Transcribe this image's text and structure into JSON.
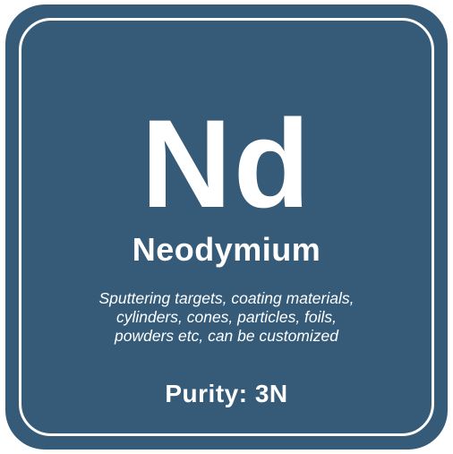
{
  "tile": {
    "background_color": "#355b78",
    "border_color": "#ffffff",
    "symbol": "Nd",
    "name": "Neodymium",
    "description_lines": [
      "Sputtering targets, coating materials,",
      "cylinders, cones, particles, foils,",
      "powders etc, can be customized"
    ],
    "purity": "Purity: 3N"
  }
}
